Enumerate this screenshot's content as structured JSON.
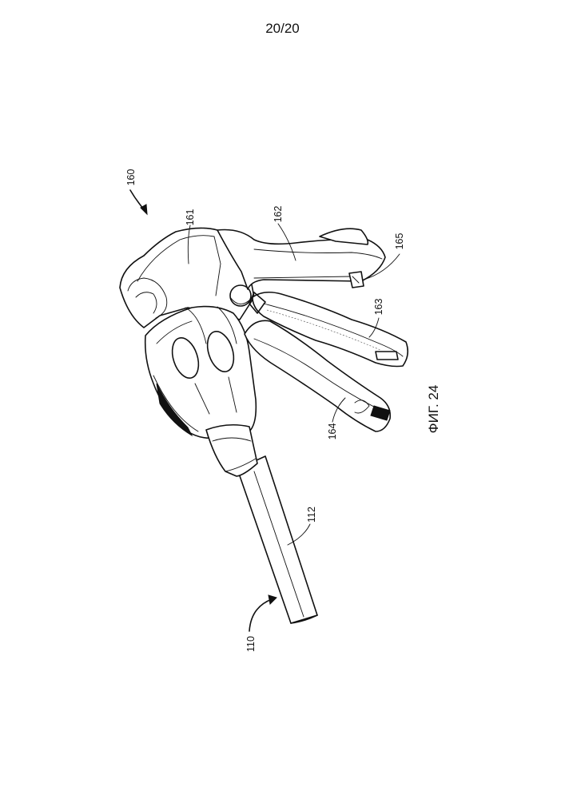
{
  "page_number": "20/20",
  "figure_label": "ФИГ. 24",
  "reference_numerals": {
    "device": "160",
    "housing": "161",
    "handle_fixed": "162",
    "trigger_one": "163",
    "trigger_two": "164",
    "lock": "165",
    "shaft_assembly": "110",
    "shaft": "112"
  }
}
